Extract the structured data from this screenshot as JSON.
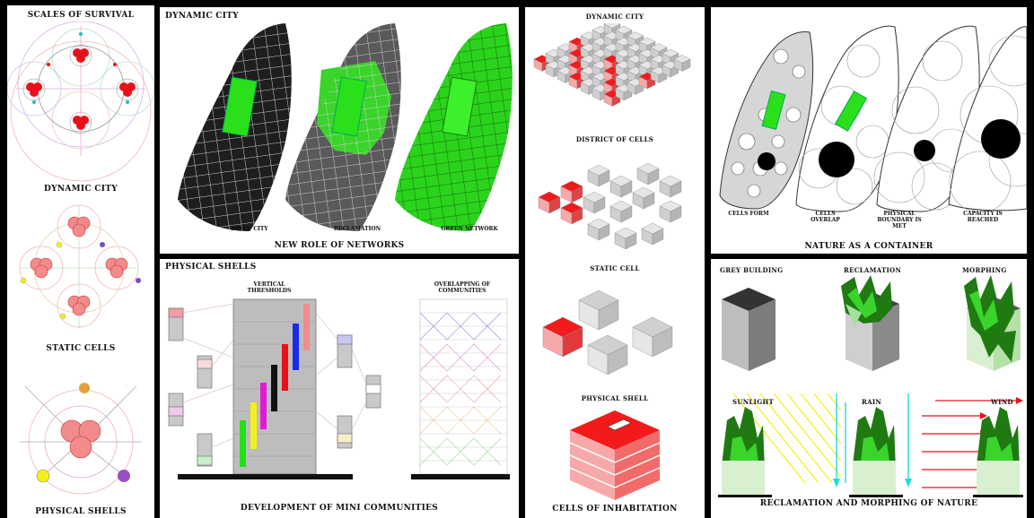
{
  "left_column": {
    "titles": [
      "SCALES OF SURVIVAL",
      "DYNAMIC CITY",
      "STATIC CELLS",
      "PHYSICAL SHELLS"
    ]
  },
  "dynamic_city_panel": {
    "title": "DYNAMIC CITY",
    "captions": [
      "PAVED CITY",
      "RECLAMATION",
      "GREEN NETWORK"
    ],
    "footer": "NEW ROLE OF NETWORKS"
  },
  "physical_shells_panel": {
    "title": "PHYSICAL SHELLS",
    "label_left": "VERTICAL THRESHOLDS",
    "label_right": "OVERLAPPING OF COMMUNITIES",
    "footer": "DEVELOPMENT OF MINI COMMUNITIES"
  },
  "cells_panel": {
    "titles": [
      "DYNAMIC CITY",
      "DISTRICT OF CELLS",
      "STATIC CELL",
      "PHYSICAL SHELL"
    ],
    "footer": "CELLS OF INHABITATION"
  },
  "nature_container_panel": {
    "captions": [
      "CELLS FORM",
      "CELLS OVERLAP",
      "PHYSICAL BOUNDARY IS MET",
      "CAPACITY IS REACHED"
    ],
    "footer": "NATURE AS A CONTAINER"
  },
  "reclamation_panel": {
    "titles": [
      "GREY BUILDING",
      "RECLAMATION",
      "MORPHING"
    ],
    "weather": [
      "SUNLIGHT",
      "RAIN",
      "WIND"
    ],
    "footer": "RECLAMATION AND MORPHING OF NATURE"
  },
  "colors": {
    "red": "#e8111a",
    "green": "#22e01a",
    "dark_green": "#1f7a12",
    "yellow": "#f4f01a",
    "cyan": "#27d7e3"
  }
}
